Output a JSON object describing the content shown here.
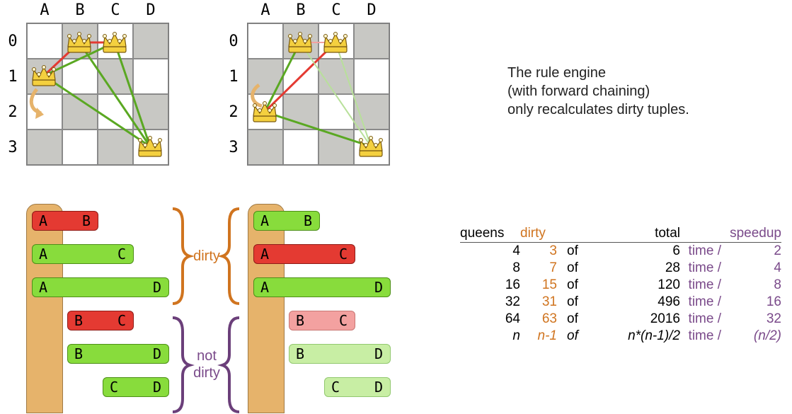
{
  "boards": {
    "columns": [
      "A",
      "B",
      "C",
      "D"
    ],
    "rows": [
      "0",
      "1",
      "2",
      "3"
    ]
  },
  "caption": {
    "line1": "The rule engine",
    "line2": "(with forward chaining)",
    "line3": "only recalculates dirty tuples."
  },
  "tuples_before": [
    {
      "a": "A",
      "b": "B",
      "state": "conflict"
    },
    {
      "a": "A",
      "b": "C",
      "state": "ok"
    },
    {
      "a": "A",
      "b": "D",
      "state": "ok"
    },
    {
      "a": "B",
      "b": "C",
      "state": "conflict"
    },
    {
      "a": "B",
      "b": "D",
      "state": "ok"
    },
    {
      "a": "C",
      "b": "D",
      "state": "ok"
    }
  ],
  "tuples_after": [
    {
      "a": "A",
      "b": "B",
      "state": "ok"
    },
    {
      "a": "A",
      "b": "C",
      "state": "conflict"
    },
    {
      "a": "A",
      "b": "D",
      "state": "ok"
    },
    {
      "a": "B",
      "b": "C",
      "state": "conflict-faded"
    },
    {
      "a": "B",
      "b": "D",
      "state": "ok-faded"
    },
    {
      "a": "C",
      "b": "D",
      "state": "ok-faded"
    }
  ],
  "brace_labels": {
    "dirty": "dirty",
    "not_dirty_1": "not",
    "not_dirty_2": "dirty"
  },
  "colors": {
    "conflict": "#e43a32",
    "ok": "#88dc3c",
    "dirty": "#d0741f",
    "speedup": "#7a4a8a",
    "pillar": "#e6b36b"
  },
  "table": {
    "headers": {
      "queens": "queens",
      "dirty": "dirty",
      "total": "total",
      "speedup": "speedup"
    },
    "rows": [
      {
        "queens": "4",
        "dirty": "3",
        "of": "of",
        "total": "6",
        "time": "time /",
        "speedup": "2"
      },
      {
        "queens": "8",
        "dirty": "7",
        "of": "of",
        "total": "28",
        "time": "time /",
        "speedup": "4"
      },
      {
        "queens": "16",
        "dirty": "15",
        "of": "of",
        "total": "120",
        "time": "time /",
        "speedup": "8"
      },
      {
        "queens": "32",
        "dirty": "31",
        "of": "of",
        "total": "496",
        "time": "time /",
        "speedup": "16"
      },
      {
        "queens": "64",
        "dirty": "63",
        "of": "of",
        "total": "2016",
        "time": "time /",
        "speedup": "32"
      },
      {
        "queens": "n",
        "dirty": "n-1",
        "of": "of",
        "total": "n*(n-1)/2",
        "time": "time /",
        "speedup": "(n/2)"
      }
    ]
  }
}
